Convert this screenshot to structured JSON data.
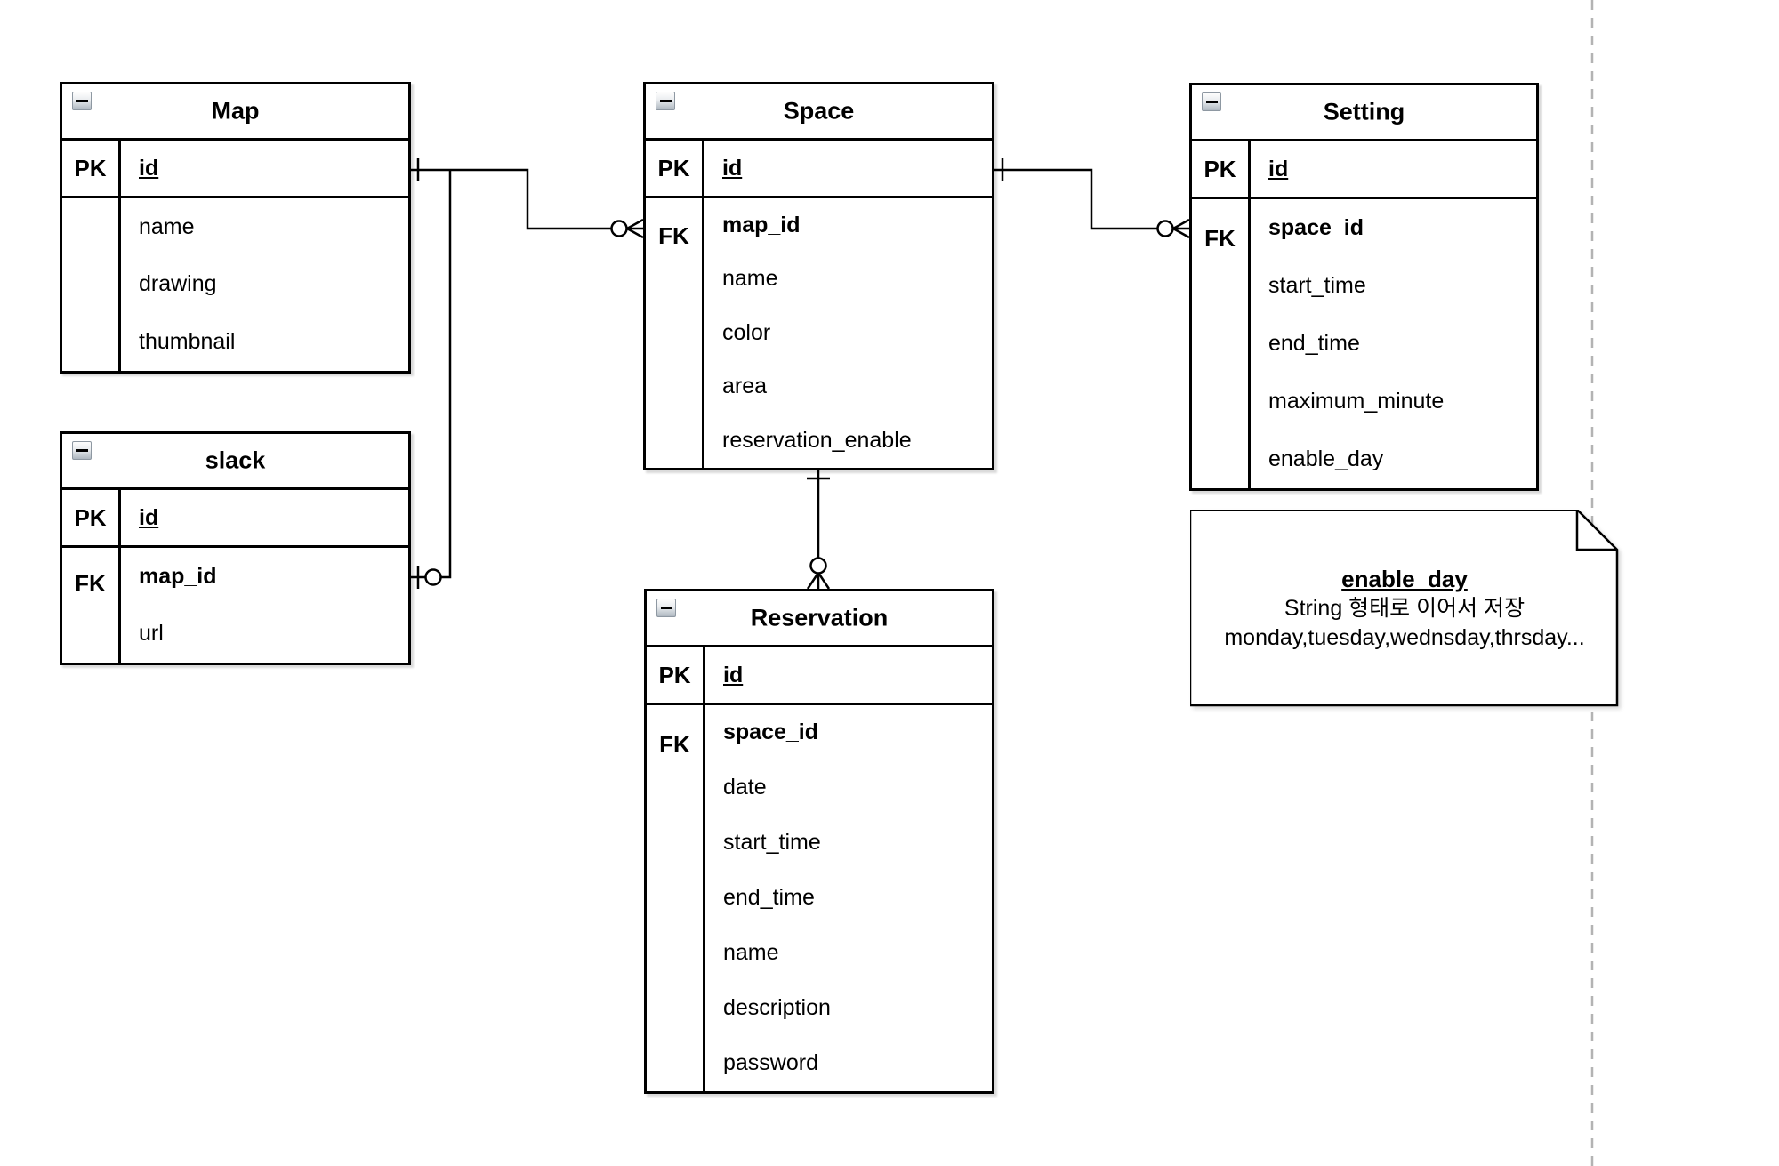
{
  "diagram": {
    "background_color": "#ffffff",
    "stroke_color": "#000000",
    "page_boundary_color": "#b3b3b3",
    "tables": [
      {
        "key": "map",
        "title": "Map",
        "collapse_icon": "minus-icon",
        "pk_label": "PK",
        "pk_field": "id",
        "fk_label": "",
        "fields": [
          "name",
          "drawing",
          "thumbnail"
        ],
        "fk_fields": []
      },
      {
        "key": "slack",
        "title": "slack",
        "collapse_icon": "minus-icon",
        "pk_label": "PK",
        "pk_field": "id",
        "fk_label": "FK",
        "fields": [
          "map_id",
          "url"
        ],
        "fk_fields": [
          "map_id"
        ]
      },
      {
        "key": "space",
        "title": "Space",
        "collapse_icon": "minus-icon",
        "pk_label": "PK",
        "pk_field": "id",
        "fk_label": "FK",
        "fields": [
          "map_id",
          "name",
          "color",
          "area",
          "reservation_enable"
        ],
        "fk_fields": [
          "map_id"
        ]
      },
      {
        "key": "setting",
        "title": "Setting",
        "collapse_icon": "minus-icon",
        "pk_label": "PK",
        "pk_field": "id",
        "fk_label": "FK",
        "fields": [
          "space_id",
          "start_time",
          "end_time",
          "maximum_minute",
          "enable_day"
        ],
        "fk_fields": [
          "space_id"
        ]
      },
      {
        "key": "reservation",
        "title": "Reservation",
        "collapse_icon": "minus-icon",
        "pk_label": "PK",
        "pk_field": "id",
        "fk_label": "FK",
        "fields": [
          "space_id",
          "date",
          "start_time",
          "end_time",
          "name",
          "description",
          "password"
        ],
        "fk_fields": [
          "space_id"
        ]
      }
    ],
    "note": {
      "title": "enable_day",
      "line1": "String 형태로 이어서 저장",
      "line2": "monday,tuesday,wednsday,thrsday..."
    },
    "relationships": [
      {
        "from": "Map.id",
        "to": "Space.map_id",
        "from_cardinality": "one",
        "to_cardinality": "zero-or-many"
      },
      {
        "from": "Map.id",
        "to": "slack.map_id",
        "from_cardinality": "one",
        "to_cardinality": "zero-or-one"
      },
      {
        "from": "Space.id",
        "to": "Setting.space_id",
        "from_cardinality": "one",
        "to_cardinality": "zero-or-many"
      },
      {
        "from": "Space.id",
        "to": "Reservation.space_id",
        "from_cardinality": "one",
        "to_cardinality": "zero-or-many"
      }
    ]
  }
}
